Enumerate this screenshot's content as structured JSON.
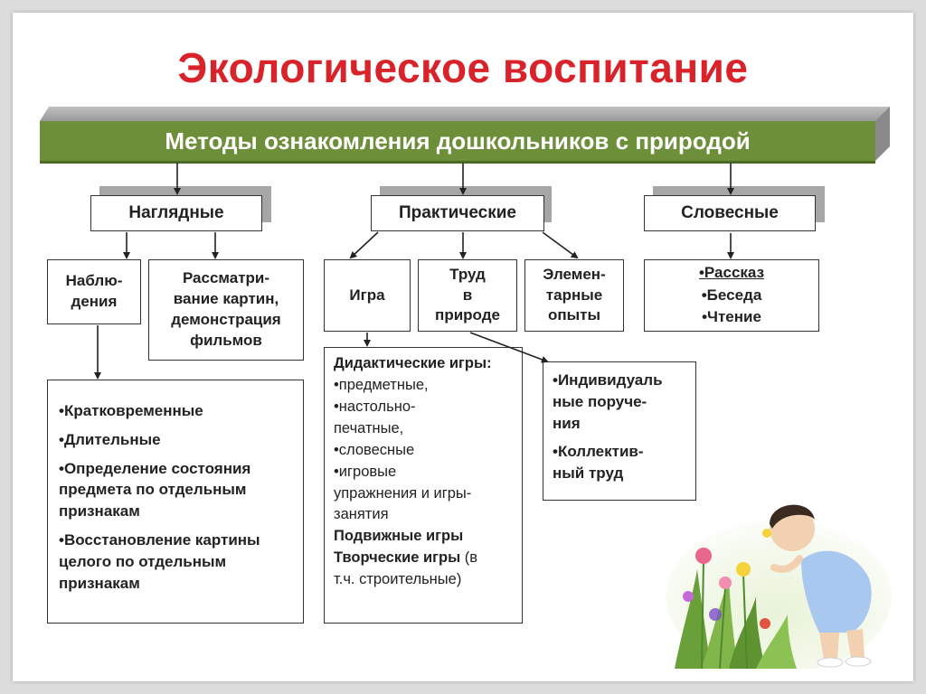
{
  "title": "Экологическое воспитание",
  "banner": "Методы ознакомления дошкольников с природой",
  "categories": {
    "visual": "Наглядные",
    "practical": "Практические",
    "verbal": "Словесные"
  },
  "visual": {
    "observation": "Наблю-\nдения",
    "pictures": "Рассматри-\nвание картин,\nдемонстрация\nфильмов",
    "observation_types": [
      "•Кратковременные",
      "•Длительные",
      "•Определение состояния\n  предмета по отдельным\n  признакам",
      "•Восстановление картины\n  целого по отдельным\n  признакам"
    ]
  },
  "practical": {
    "game": "Игра",
    "labor": "Труд\nв\nприроде",
    "experiments": "Элемен-\nтарные\nопыты",
    "games": {
      "didactic_header": "Дидактические игры:",
      "didactic_items": [
        "•предметные,",
        "•настольно-\nпечатные,",
        "•словесные",
        "•игровые\nупражнения и игры-\nзанятия"
      ],
      "mobile": "Подвижные игры",
      "creative": "Творческие игры",
      "creative_note": " (в\nт.ч. строительные)"
    },
    "labor_types": [
      "•Индивидуаль\nные поруче-\nния",
      "•Коллектив-\nный труд"
    ]
  },
  "verbal": {
    "items": [
      "•Рассказ",
      "•Беседа",
      "•Чтение"
    ]
  },
  "colors": {
    "title": "#d8232a",
    "banner": "#6e8f3a",
    "shadow": "#a6a6a6"
  }
}
